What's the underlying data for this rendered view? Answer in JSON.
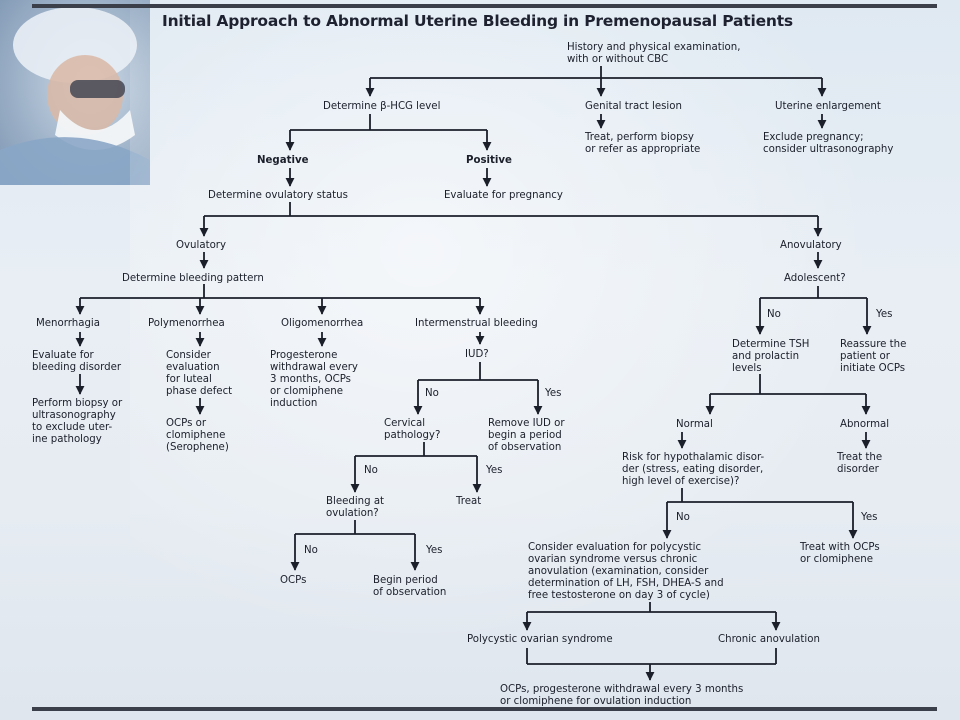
{
  "title": "Initial Approach to Abnormal Uterine Bleeding in Premenopausal Patients",
  "root": {
    "line1": "History and physical examination,",
    "line2": "with or without CBC"
  },
  "level1": {
    "hcg": "Determine β-HCG level",
    "genital": "Genital tract lesion",
    "uterine": "Uterine enlargement"
  },
  "genital_action": {
    "line1": "Treat, perform biopsy",
    "line2": "or refer as appropriate"
  },
  "uterine_action": {
    "line1": "Exclude pregnancy;",
    "line2": "consider ultrasonography"
  },
  "hcg_result": {
    "negative": "Negative",
    "positive": "Positive",
    "ovulatory_status": "Determine ovulatory status",
    "pregnancy": "Evaluate for pregnancy"
  },
  "ovulatory": {
    "label": "Ovulatory",
    "pattern": "Determine bleeding pattern"
  },
  "patterns": {
    "menorrhagia": "Menorrhagia",
    "polymenorrhea": "Polymenorrhea",
    "oligomenorrhea": "Oligomenorrhea",
    "intermenstrual": "Intermenstrual bleeding"
  },
  "menorrhagia_steps": {
    "s1_l1": "Evaluate for",
    "s1_l2": "bleeding disorder",
    "s2_l1": "Perform biopsy or",
    "s2_l2": "ultrasonography",
    "s2_l3": "to exclude uter-",
    "s2_l4": "ine pathology"
  },
  "polymenorrhea_steps": {
    "s1_l1": "Consider",
    "s1_l2": "evaluation",
    "s1_l3": "for luteal",
    "s1_l4": "phase defect",
    "s2_l1": "OCPs or",
    "s2_l2": "clomiphene",
    "s2_l3": "(Serophene)"
  },
  "oligomenorrhea_steps": {
    "l1": "Progesterone",
    "l2": "withdrawal every",
    "l3": "3 months, OCPs",
    "l4": "or clomiphene",
    "l5": "induction"
  },
  "iud": {
    "question": "IUD?",
    "no": "No",
    "yes": "Yes",
    "cervical_l1": "Cervical",
    "cervical_l2": "pathology?",
    "remove_l1": "Remove IUD or",
    "remove_l2": "begin a period",
    "remove_l3": "of observation"
  },
  "cervical": {
    "no": "No",
    "yes": "Yes",
    "bleeding_l1": "Bleeding at",
    "bleeding_l2": "ovulation?",
    "treat": "Treat"
  },
  "bleeding_ovulation": {
    "no": "No",
    "yes": "Yes",
    "ocps": "OCPs",
    "begin_l1": "Begin period",
    "begin_l2": "of observation"
  },
  "anovulatory": {
    "label": "Anovulatory",
    "adolescent": "Adolescent?",
    "no": "No",
    "yes": "Yes",
    "tsh_l1": "Determine TSH",
    "tsh_l2": "and prolactin",
    "tsh_l3": "levels",
    "reassure_l1": "Reassure the",
    "reassure_l2": "patient or",
    "reassure_l3": "initiate OCPs"
  },
  "tsh_result": {
    "normal": "Normal",
    "abnormal": "Abnormal",
    "risk_l1": "Risk for hypothalamic disor-",
    "risk_l2": "der (stress, eating disorder,",
    "risk_l3": "high level of exercise)?",
    "treat_l1": "Treat the",
    "treat_l2": "disorder"
  },
  "risk": {
    "no": "No",
    "yes": "Yes",
    "consider_l1": "Consider evaluation for polycystic",
    "consider_l2": "ovarian syndrome versus chronic",
    "consider_l3": "anovulation (examination, consider",
    "consider_l4": "determination of LH, FSH, DHEA-S and",
    "consider_l5": "free testosterone on day 3 of cycle)",
    "treat_l1": "Treat with OCPs",
    "treat_l2": "or clomiphene"
  },
  "final": {
    "pcos": "Polycystic ovarian syndrome",
    "chronic": "Chronic anovulation",
    "out_l1": "OCPs, progesterone withdrawal every 3 months",
    "out_l2": "or clomiphene for ovulation induction"
  }
}
